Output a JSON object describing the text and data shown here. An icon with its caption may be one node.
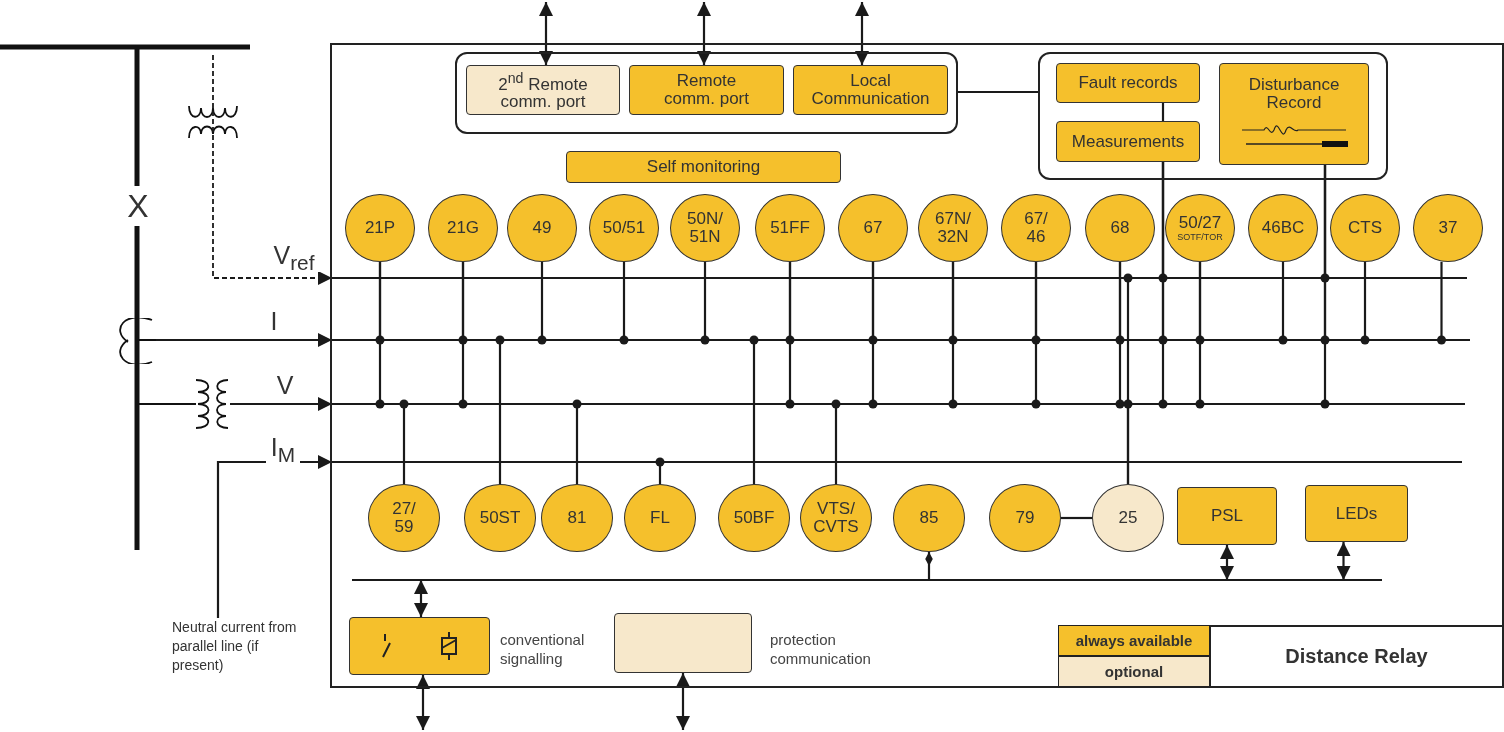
{
  "diagram": {
    "title": "Distance Relay",
    "nodes": [
      {
        "text": [],
        "shape": "box"
      },
      {
        "text": [],
        "shape": "box",
        "in": 0
      },
      {
        "text": [
          "2$^{nd}$ Remote comm. port"
        ],
        "in": 1
      },
      {
        "text": [
          "Remote comm. port"
        ],
        "in": 1
      },
      {
        "text": [
          "Local Communication"
        ],
        "in": 1
      },
      {
        "text": [],
        "shape": "box",
        "in": 0
      },
      {
        "text": [
          "Fault records"
        ],
        "in": 5
      },
      {
        "text": [
          "Measurements"
        ],
        "in": 5
      },
      {
        "text": [
          "Disturbance Record"
        ],
        "in": 5
      },
      {
        "text": [
          "Self monitoring"
        ],
        "in": 0
      },
      {
        "text": [
          "21P"
        ],
        "in": 0
      },
      {
        "text": [
          "21G"
        ],
        "in": 0
      },
      {
        "text": [
          "49"
        ],
        "in": 0
      },
      {
        "text": [
          "50/51"
        ],
        "in": 0
      },
      {
        "text": [
          "50N/ 51N"
        ],
        "in": 0
      },
      {
        "text": [
          "51FF"
        ],
        "in": 0
      },
      {
        "text": [
          "67"
        ],
        "in": 0
      },
      {
        "text": [
          "67N/ 32N"
        ],
        "in": 0
      },
      {
        "text": [
          "67/ 46"
        ],
        "in": 0
      },
      {
        "text": [
          "68"
        ],
        "in": 0
      },
      {
        "text": [
          "50/27",
          "SOTF/TOR"
        ],
        "in": 0
      },
      {
        "text": [
          "46BC"
        ],
        "in": 0
      },
      {
        "text": [
          "CTS"
        ],
        "in": 0
      },
      {
        "text": [
          "37"
        ],
        "in": 0
      },
      {
        "text": [
          "27/ 59"
        ],
        "in": 0
      },
      {
        "text": [
          "50ST"
        ],
        "in": 0
      },
      {
        "text": [
          "81"
        ],
        "in": 0
      },
      {
        "text": [
          "FL"
        ],
        "in": 0
      },
      {
        "text": [
          "50BF"
        ],
        "in": 0
      },
      {
        "text": [
          "VTS/ CVTS"
        ],
        "in": 0
      },
      {
        "text": [
          "85"
        ],
        "in": 0
      },
      {
        "text": [
          "79"
        ],
        "in": 0
      },
      {
        "text": [
          "25"
        ],
        "in": 0
      },
      {
        "text": [
          "PSL"
        ],
        "in": 0
      },
      {
        "text": [
          "LEDs"
        ],
        "in": 0
      },
      {
        "text": [],
        "shape": "box",
        "in": 0,
        "beside": [
          "conventional signalling"
        ]
      },
      {
        "text": [],
        "shape": "box",
        "in": 0,
        "beside": [
          "protection communication"
        ]
      },
      {
        "text": [],
        "shape": "bar",
        "in": 0
      },
      {
        "text": [],
        "shape": "bar",
        "in": 0
      },
      {
        "text": [],
        "shape": "bar",
        "in": 0
      },
      {
        "text": [],
        "shape": "bar",
        "in": 0
      },
      {
        "text": [],
        "shape": "bar",
        "in": 0
      },
      {
        "text": [
          "Neutral current from parallel line (if present)"
        ]
      },
      {
        "text": [],
        "shape": "picture"
      },
      {
        "text": [],
        "shape": "picture"
      }
    ],
    "edges": [
      {
        "from": null,
        "to": 2,
        "arrow": "both"
      },
      {
        "from": null,
        "to": 3,
        "arrow": "both"
      },
      {
        "from": null,
        "to": 4,
        "arrow": "both"
      },
      {
        "from": 1,
        "to": 5,
        "arrow": "none"
      },
      {
        "from": 6,
        "to": 7,
        "arrow": "none"
      },
      {
        "from": 7,
        "to": 37,
        "arrow": "other"
      },
      {
        "from": 7,
        "to": 38,
        "arrow": "other"
      },
      {
        "from": 7,
        "to": 39,
        "arrow": "other"
      },
      {
        "from": 8,
        "to": 37,
        "arrow": "other"
      },
      {
        "from": 8,
        "to": 38,
        "arrow": "other"
      },
      {
        "from": 8,
        "to": 39,
        "arrow": "other"
      },
      {
        "from": null,
        "to": 37,
        "arrow": "to",
        "style": "dashed"
      },
      {
        "from": 43,
        "to": 38,
        "arrow": "to"
      },
      {
        "from": 44,
        "to": 39,
        "arrow": "to"
      },
      {
        "from": 42,
        "to": 40,
        "arrow": "to"
      },
      {
        "from": 10,
        "to": 38,
        "arrow": "other"
      },
      {
        "from": 10,
        "to": 39,
        "arrow": "other"
      },
      {
        "from": 11,
        "to": 38,
        "arrow": "other"
      },
      {
        "from": 11,
        "to": 39,
        "arrow": "other"
      },
      {
        "from": 12,
        "to": 38,
        "arrow": "other"
      },
      {
        "from": 13,
        "to": 38,
        "arrow": "other"
      },
      {
        "from": 14,
        "to": 38,
        "arrow": "other"
      },
      {
        "from": 15,
        "to": 38,
        "arrow": "other"
      },
      {
        "from": 15,
        "to": 39,
        "arrow": "other"
      },
      {
        "from": 16,
        "to": 38,
        "arrow": "other"
      },
      {
        "from": 16,
        "to": 39,
        "arrow": "other"
      },
      {
        "from": 17,
        "to": 38,
        "arrow": "other"
      },
      {
        "from": 17,
        "to": 39,
        "arrow": "other"
      },
      {
        "from": 18,
        "to": 38,
        "arrow": "other"
      },
      {
        "from": 18,
        "to": 39,
        "arrow": "other"
      },
      {
        "from": 19,
        "to": 38,
        "arrow": "other"
      },
      {
        "from": 19,
        "to": 39,
        "arrow": "other"
      },
      {
        "from": 20,
        "to": 38,
        "arrow": "other"
      },
      {
        "from": 20,
        "to": 39,
        "arrow": "other"
      },
      {
        "from": 21,
        "to": 38,
        "arrow": "other"
      },
      {
        "from": 22,
        "to": 38,
        "arrow": "other"
      },
      {
        "from": 23,
        "to": 38,
        "arrow": "other"
      },
      {
        "from": 24,
        "to": 39,
        "arrow": "other"
      },
      {
        "from": 25,
        "to": 38,
        "arrow": "other"
      },
      {
        "from": 26,
        "to": 39,
        "arrow": "other"
      },
      {
        "from": 27,
        "to": 40,
        "arrow": "other"
      },
      {
        "from": 28,
        "to": 38,
        "arrow": "other"
      },
      {
        "from": 29,
        "to": 39,
        "arrow": "other"
      },
      {
        "from": 32,
        "to": 37,
        "arrow": "other"
      },
      {
        "from": 32,
        "to": 39,
        "arrow": "other"
      },
      {
        "from": 31,
        "to": 32,
        "arrow": "none"
      },
      {
        "from": 30,
        "to": 41,
        "arrow": "other"
      },
      {
        "from": 33,
        "to": 41,
        "arrow": "both"
      },
      {
        "from": 34,
        "to": 41,
        "arrow": "both"
      },
      {
        "from": 35,
        "to": 41,
        "arrow": "both"
      },
      {
        "from": 35,
        "to": null,
        "arrow": "both"
      },
      {
        "from": 36,
        "to": null,
        "arrow": "both"
      }
    ],
    "labels": [
      "X",
      "V$_{ref}$",
      "I",
      "V",
      "I$_{M}$"
    ],
    "legend": [
      {
        "text": "always available",
        "color": "#f5c02c"
      },
      {
        "text": "optional",
        "color": "#f7e8cb"
      }
    ]
  }
}
